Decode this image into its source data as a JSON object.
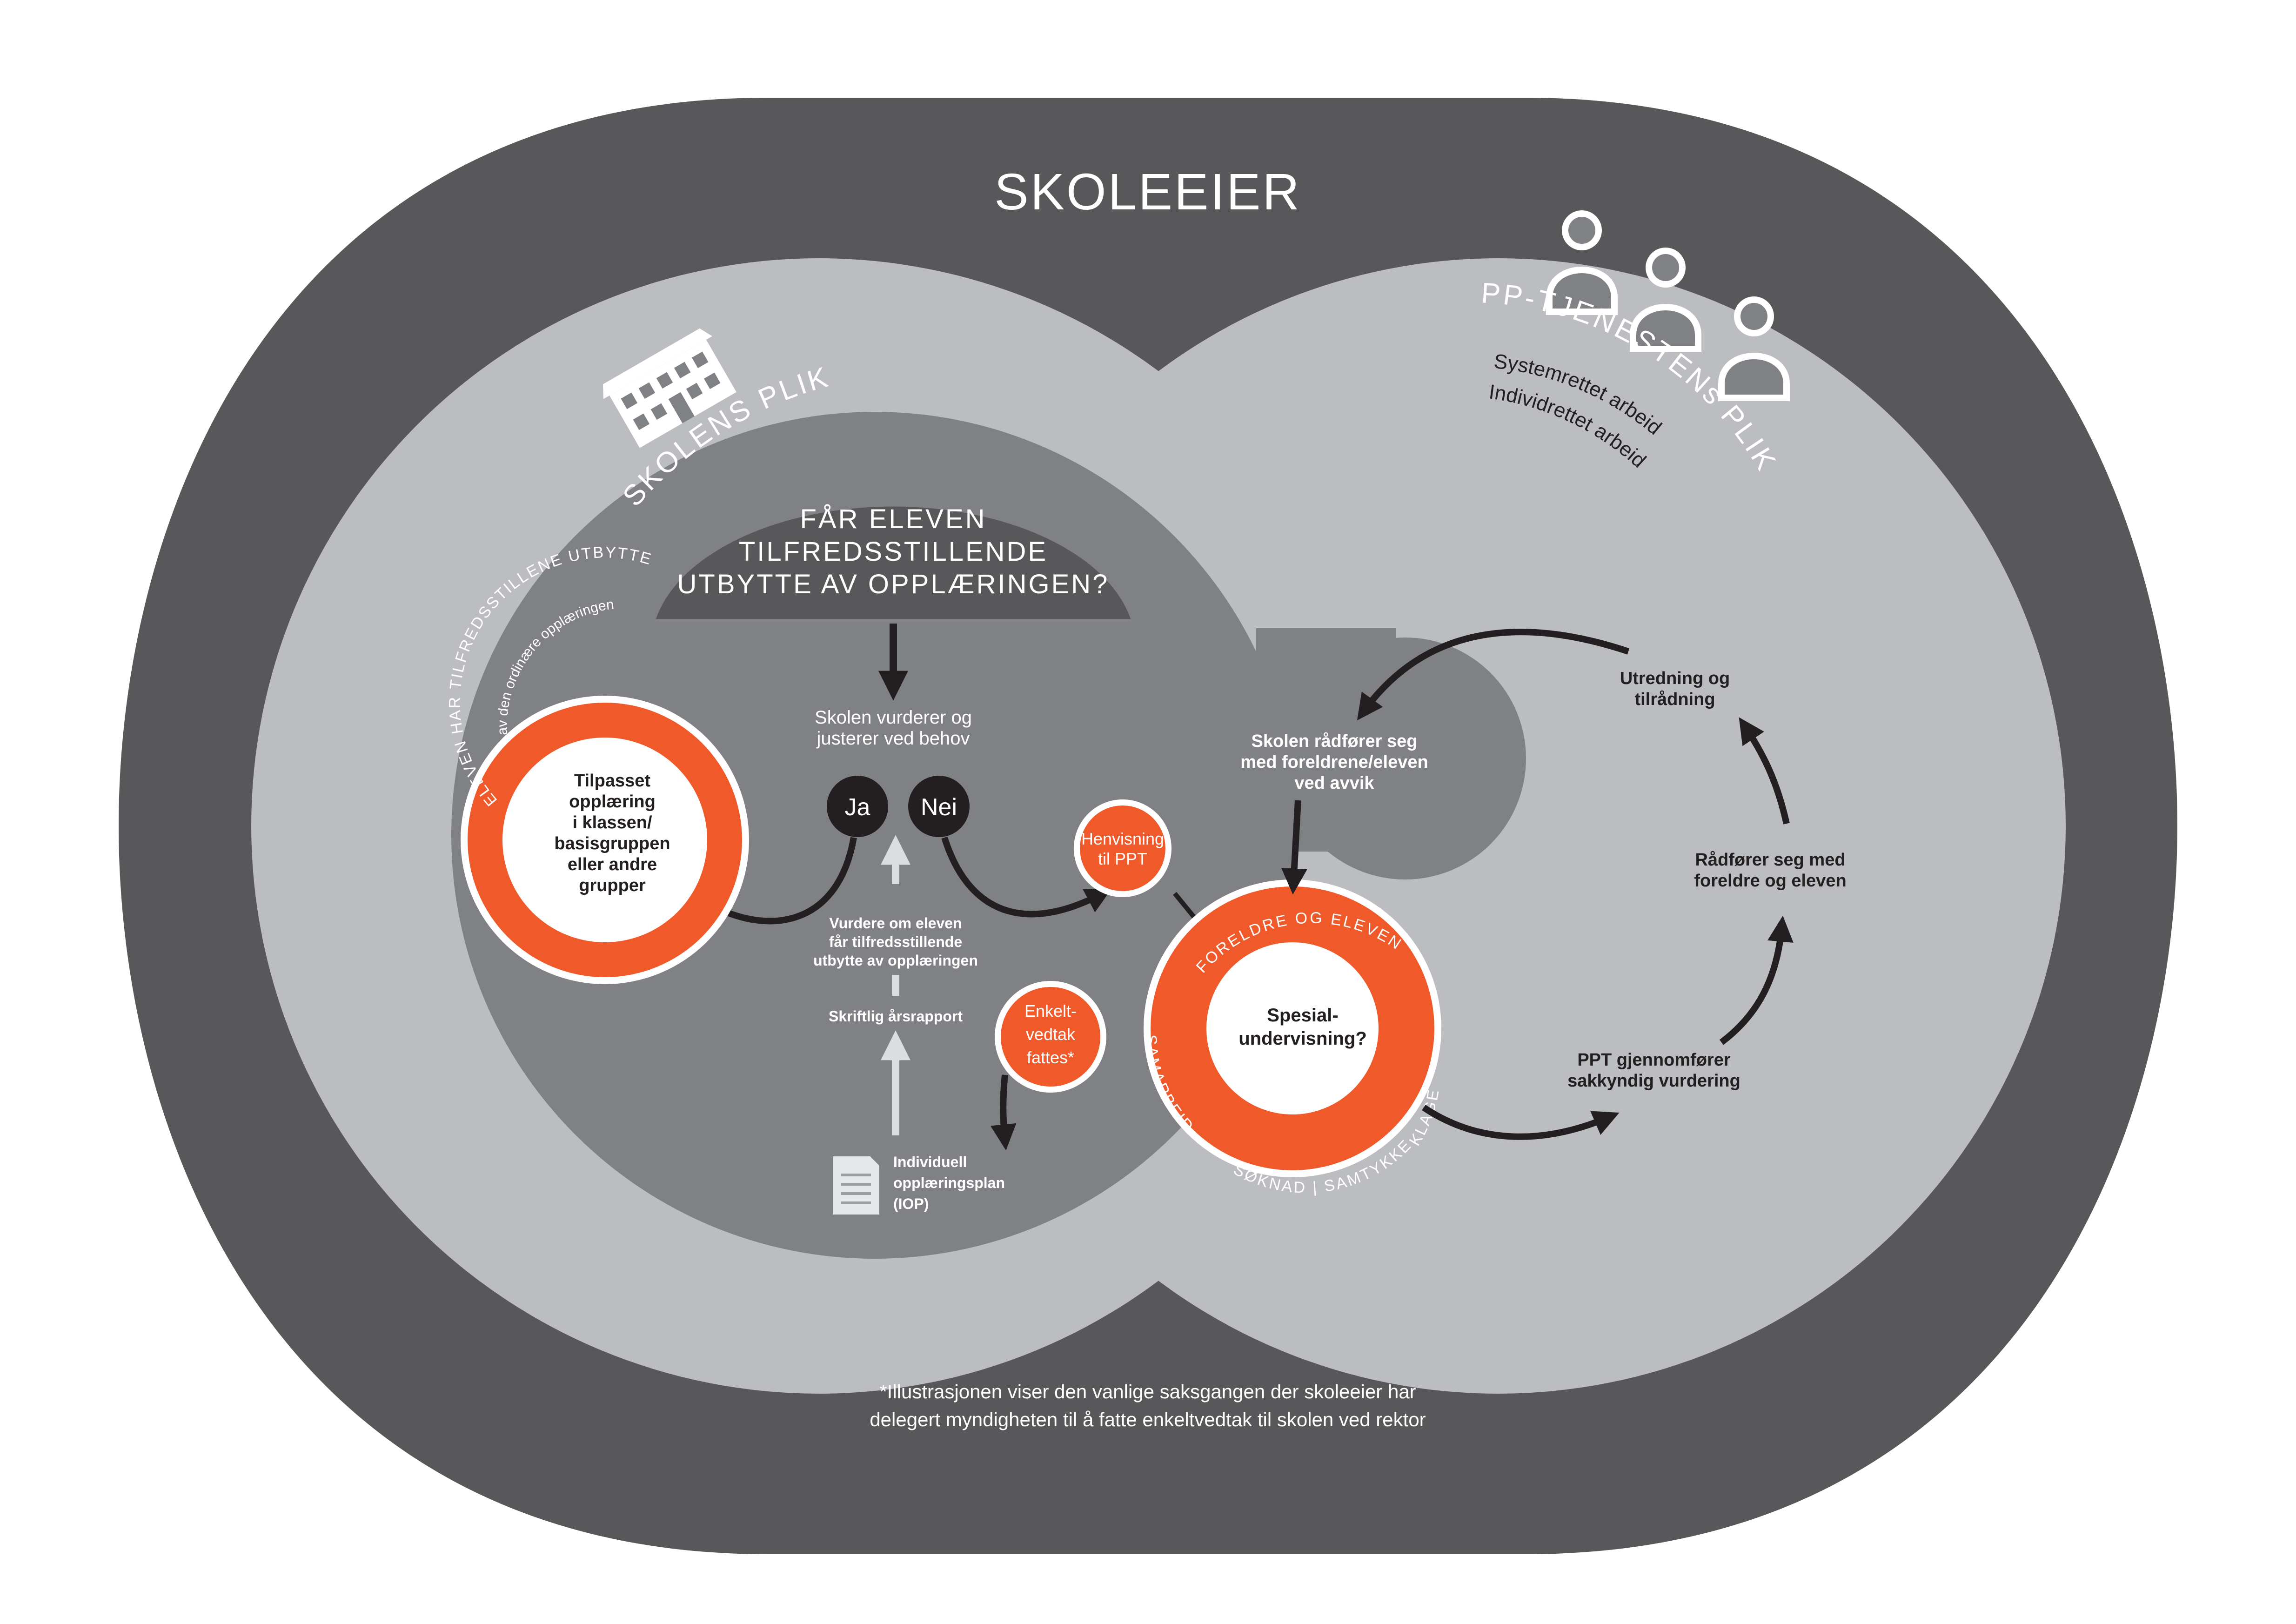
{
  "title": "SKOLEEIER",
  "colors": {
    "outer": "#58585a",
    "light": "#bcbdc0",
    "mid": "#808184",
    "dark": "#58585a",
    "accent": "#f05a2b",
    "black": "#231f20",
    "white": "#ffffff"
  },
  "school": {
    "label": "SKOLENS PLIKT",
    "icon": "school-building-icon"
  },
  "ppt": {
    "label": "PP-TJENESTENs PLIKT",
    "line1": "Systemrettet arbeid",
    "line2": "Individrettet arbeid",
    "icon": "people-group-icon"
  },
  "question": {
    "line1": "FÅR ELEVEN",
    "line2": "TILFREDSSTILLENDE",
    "line3": "UTBYTTE AV OPPLÆRINGEN?"
  },
  "assess": {
    "line1": "Skolen vurderer og",
    "line2": "justerer ved behov"
  },
  "yes": "Ja",
  "no": "Nei",
  "satisfied": {
    "ring_label": "ELEVEN HAR TILFREDSSTILLENE UTBYTTE",
    "ring_sub": "av den ordinære opplæringen",
    "line1": "Tilpasset",
    "line2": "opplæring",
    "line3": "i klassen/",
    "line4": "basisgruppen",
    "line5": "eller andre",
    "line6": "grupper"
  },
  "evaluate": {
    "line1": "Vurdere om eleven",
    "line2": "får tilfredsstillende",
    "line3": "utbytte av opplæringen"
  },
  "annual_report": "Skriftlig årsrapport",
  "iop": {
    "line1": "Individuell",
    "line2": "opplæringsplan",
    "line3": "(IOP)",
    "icon": "document-icon"
  },
  "referral": {
    "line1": "Henvisning",
    "line2": "til PPT"
  },
  "decision": {
    "line1": "Enkelt-",
    "line2": "vedtak",
    "line3": "fattes*"
  },
  "special": {
    "top_label": "FORELDRE OG ELEVEN",
    "left_label": "SAMARBEID",
    "bottom_label": "SØKNAD | SAMTYKKE",
    "right_label": "KLAGE",
    "line1": "Spesial-",
    "line2": "undervisning?"
  },
  "advise_parents": {
    "line1": "Skolen rådfører seg",
    "line2": "med foreldrene/eleven",
    "line3": "ved avvik"
  },
  "ppt_steps": {
    "step1_line1": "PPT gjennomfører",
    "step1_line2": "sakkyndig vurdering",
    "step2_line1": "Rådfører seg med",
    "step2_line2": "foreldre og eleven",
    "step3_line1": "Utredning og",
    "step3_line2": "tilrådning"
  },
  "footnote": {
    "line1": "*Illustrasjonen viser den vanlige saksgangen der skoleeier har",
    "line2": "delegert myndigheten til å fatte enkeltvedtak til skolen ved rektor"
  }
}
